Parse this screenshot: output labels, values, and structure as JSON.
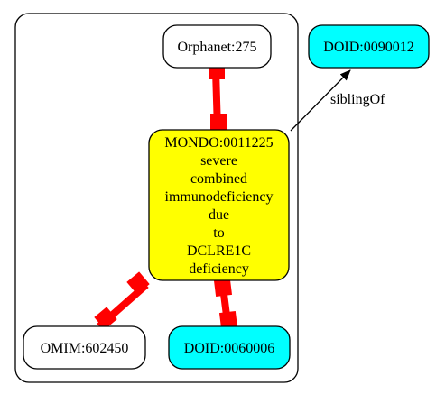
{
  "colors": {
    "cluster_border": "#000000",
    "white_fill": "#ffffff",
    "mondo_fill": "#ffff00",
    "doid_fill": "#00ffff",
    "equivalence_edge": "#ff0000",
    "sibling_edge": "#000000"
  },
  "nodes": {
    "orphanet": {
      "label": "Orphanet:275"
    },
    "doid_sibling": {
      "label": "DOID:0090012"
    },
    "mondo": {
      "label_lines": [
        "MONDO:0011225",
        "severe",
        "combined",
        "immunodeficiency",
        "due",
        "to",
        "DCLRE1C",
        "deficiency"
      ]
    },
    "omim": {
      "label": "OMIM:602450"
    },
    "doid_equiv": {
      "label": "DOID:0060006"
    }
  },
  "edges": {
    "sibling": {
      "label": "siblingOf"
    }
  }
}
